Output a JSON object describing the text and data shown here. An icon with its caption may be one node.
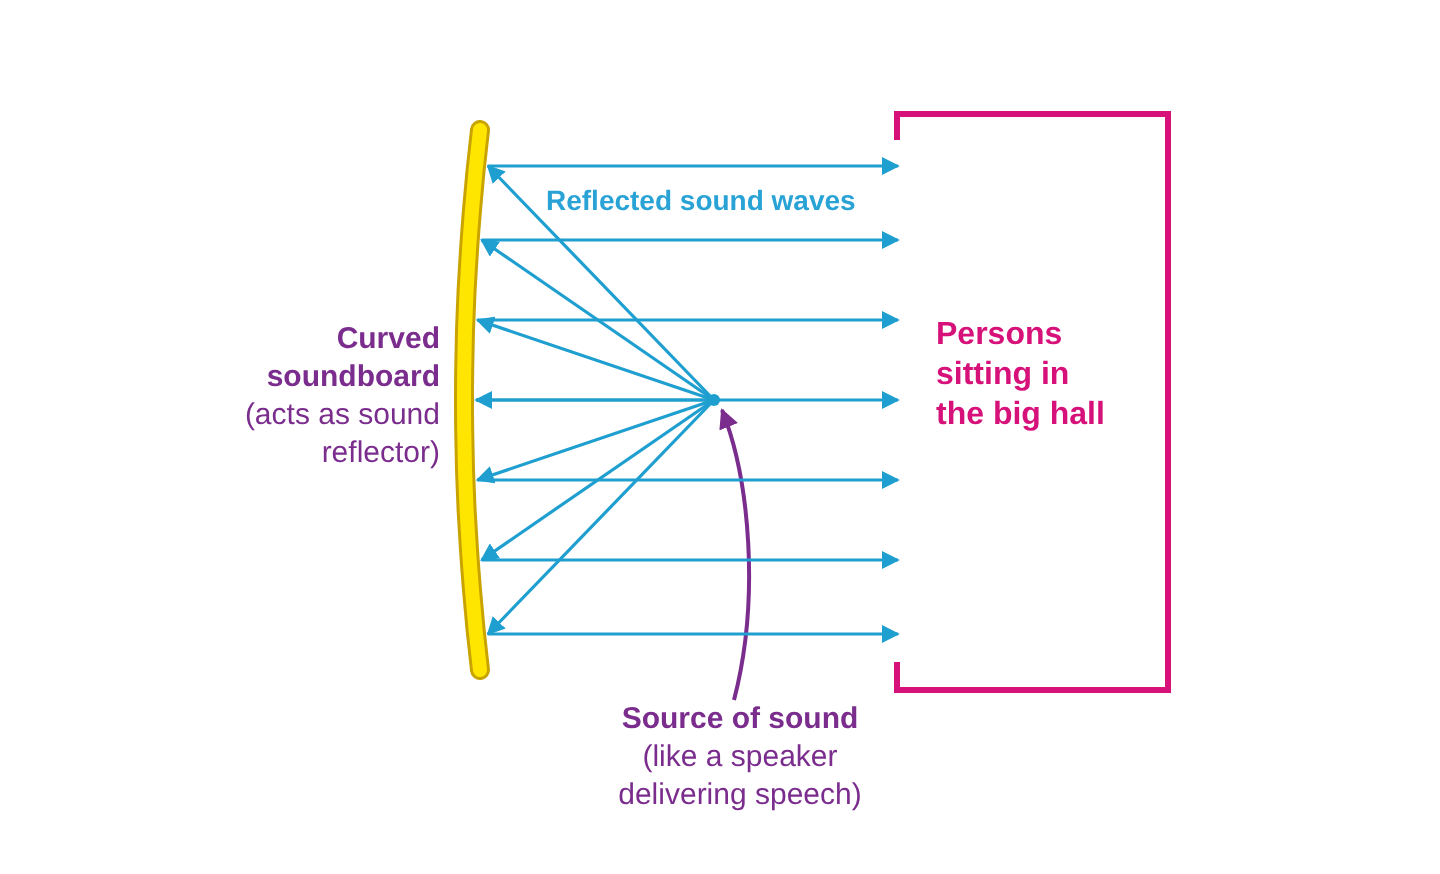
{
  "diagram": {
    "nodes": [
      {
        "text": [],
        "shape": "bar",
        "beside": [
          "Curved soundboard",
          "(acts as sound reflector)"
        ]
      },
      {
        "text": [
          "Source of sound",
          "(like a speaker delivering speech)"
        ]
      },
      {
        "text": [],
        "shape": "circle"
      },
      {
        "text": [
          "Persons sitting in the big hall"
        ]
      }
    ],
    "edges": [
      {
        "from": 1,
        "to": 2,
        "arrow": "to",
        "color": "#7b2d8e"
      },
      {
        "from": 2,
        "to": 0,
        "arrow": "to"
      },
      {
        "from": 2,
        "to": 0,
        "arrow": "to"
      },
      {
        "from": 2,
        "to": 0,
        "arrow": "to"
      },
      {
        "from": 2,
        "to": 0,
        "arrow": "to"
      },
      {
        "from": 2,
        "to": 0,
        "arrow": "to"
      },
      {
        "from": 2,
        "to": 0,
        "arrow": "to"
      },
      {
        "from": 2,
        "to": 0,
        "arrow": "to"
      },
      {
        "from": 0,
        "to": 3,
        "arrow": "to"
      },
      {
        "from": 0,
        "to": 3,
        "arrow": "to"
      },
      {
        "from": 0,
        "to": 3,
        "arrow": "to"
      },
      {
        "from": 0,
        "to": 3,
        "arrow": "to"
      },
      {
        "from": 0,
        "to": 3,
        "arrow": "to"
      },
      {
        "from": 0,
        "to": 3,
        "arrow": "to"
      },
      {
        "from": 0,
        "to": 3,
        "arrow": "to"
      }
    ],
    "labels": [
      "Reflected sound waves"
    ]
  }
}
